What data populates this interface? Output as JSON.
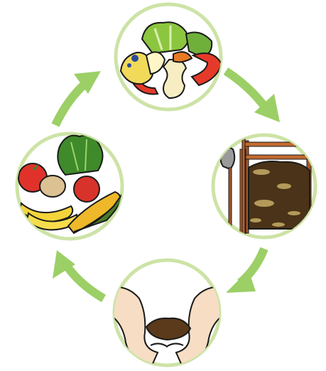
{
  "diagram": {
    "type": "cycle",
    "stages": [
      {
        "name": "food-scraps",
        "icon": "food-scraps-icon"
      },
      {
        "name": "compost-bin",
        "icon": "compost-bin-icon"
      },
      {
        "name": "soil-in-hands",
        "icon": "soil-hands-icon"
      },
      {
        "name": "fresh-produce",
        "icon": "fresh-produce-icon"
      }
    ],
    "arrow_direction": "clockwise",
    "colors": {
      "ring": "#cde3a6",
      "arrow": "#9ccf66",
      "soil": "#4a3318",
      "wood": "#a4572a"
    }
  }
}
